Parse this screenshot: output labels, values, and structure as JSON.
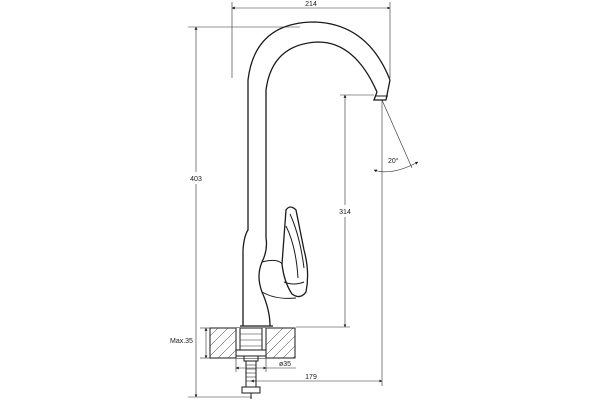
{
  "drawing": {
    "title": "",
    "dimensions": {
      "top_width": "214",
      "total_height": "403",
      "spout_height": "314",
      "spout_angle": "20°",
      "max_thickness": "Max.35",
      "hole_diameter": "ø35",
      "spout_reach": "179"
    }
  }
}
